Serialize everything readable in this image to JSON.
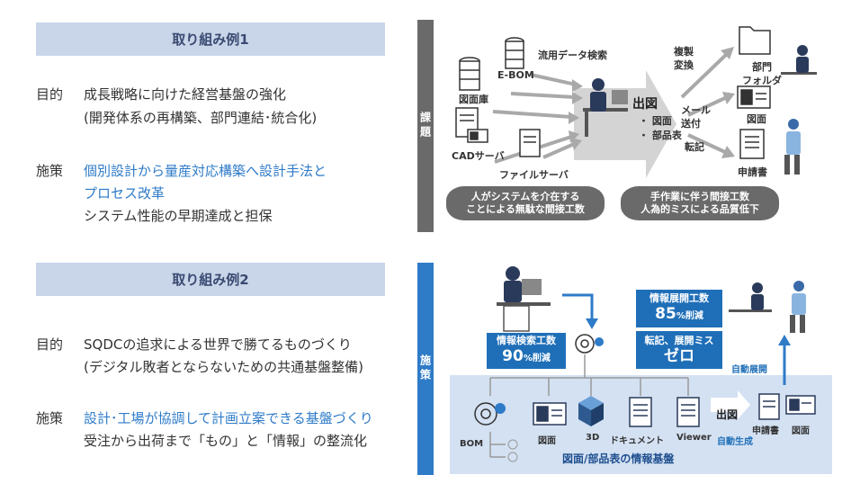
{
  "example1": {
    "header": "取り組み例1",
    "purpose_label": "目的",
    "purpose_line1": "成長戦略に向けた経営基盤の強化",
    "purpose_line2": "(開発体系の再構築、部門連結･統合化)",
    "measure_label": "施策",
    "measure_line1": "個別設計から量産対応構築へ設計手法と",
    "measure_line2": "プロセス改革",
    "measure_line3": "システム性能の早期達成と担保"
  },
  "example2": {
    "header": "取り組み例2",
    "purpose_label": "目的",
    "purpose_line1": "SQDCの追求による世界で勝てるものづくり",
    "purpose_line2": "(デジタル敗者とならないための共通基盤整備)",
    "measure_label": "施策",
    "measure_line1": "設計･工場が協調して計画立案できる基盤づくり",
    "measure_line2": "受注から出荷まで「もの」と「情報」の整流化"
  },
  "issues": {
    "side_label": "課題",
    "search_label": "流用データ検索",
    "ebom": "E-BOM",
    "drawing_db": "図面庫",
    "cad_server": "CADサーバ",
    "file_server": "ファイルサーバ",
    "output_title": "出図",
    "output_item1": "・ 図面",
    "output_item2": "・ 部品表",
    "copy_convert": "複製\n変換",
    "mail_send": "メール\n送付",
    "transcribe": "転記",
    "dept_folder": "部門\nフォルダ",
    "drawing": "図面",
    "application": "申請書",
    "pill1": "人がシステムを介在する\nことによる無駄な間接工数",
    "pill2": "手作業に伴う間接工数\n人為的ミスによる品質低下"
  },
  "measures": {
    "side_label": "施策",
    "search_box_top": "情報検索工数",
    "search_box_value": "90",
    "search_box_unit": "%削減",
    "deploy_box_top": "情報展開工数",
    "deploy_box_value": "85",
    "deploy_box_unit": "%削減",
    "error_box_top": "転記、展開ミス",
    "error_box_value": "ゼロ",
    "auto_deploy": "自動展開",
    "bom": "BOM",
    "drawing": "図面",
    "three_d": "3D",
    "document": "ドキュメント",
    "viewer": "Viewer",
    "output": "出図",
    "auto_generate": "自動生成",
    "application": "申請書",
    "drawing2": "図面",
    "platform": "図面/部品表の情報基盤"
  },
  "colors": {
    "header_bg": "#c9d5e8",
    "accent_blue": "#2e7bc8",
    "issue_bar": "#6a6a6a",
    "measure_bar": "#2e7bc8",
    "platform_bg": "#d3e1f2"
  }
}
